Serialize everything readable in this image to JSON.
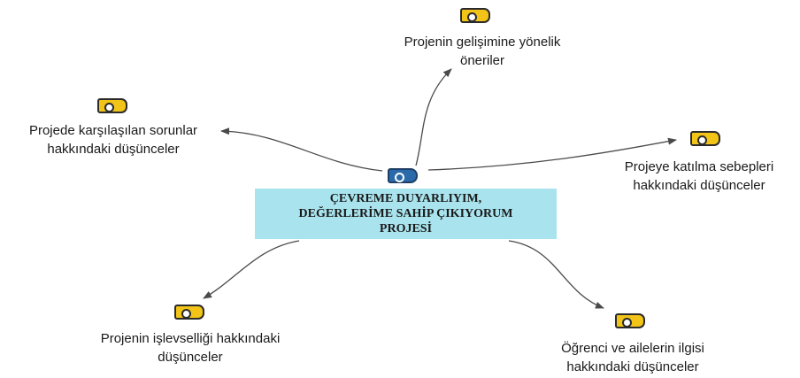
{
  "central": {
    "lines": [
      "ÇEVREME DUYARLIYIM,",
      "DEĞERLERİME SAHİP ÇIKIYORUM",
      "PROJESİ"
    ],
    "icon": "code-icon"
  },
  "nodes": [
    {
      "id": "oneriler",
      "icon": "code-icon",
      "lines": [
        "Projenin gelişimine yönelik",
        "öneriler"
      ]
    },
    {
      "id": "sorunlar",
      "icon": "code-icon",
      "lines": [
        "Projede karşılaşılan sorunlar",
        "hakkındaki düşünceler"
      ]
    },
    {
      "id": "katilma",
      "icon": "code-icon",
      "lines": [
        "Projeye katılma sebepleri",
        "hakkındaki düşünceler"
      ]
    },
    {
      "id": "islevsellik",
      "icon": "code-icon",
      "lines": [
        "Projenin işlevselliği hakkındaki",
        "düşünceler"
      ]
    },
    {
      "id": "ilgi",
      "icon": "code-icon",
      "lines": [
        "Öğrenci ve ailelerin ilgisi",
        "hakkındaki düşünceler"
      ]
    }
  ],
  "colors": {
    "node_icon": "#f2c418",
    "central_icon": "#2a6aaa",
    "central_box": "#a9e4ee",
    "link": "#4a4a4a"
  }
}
